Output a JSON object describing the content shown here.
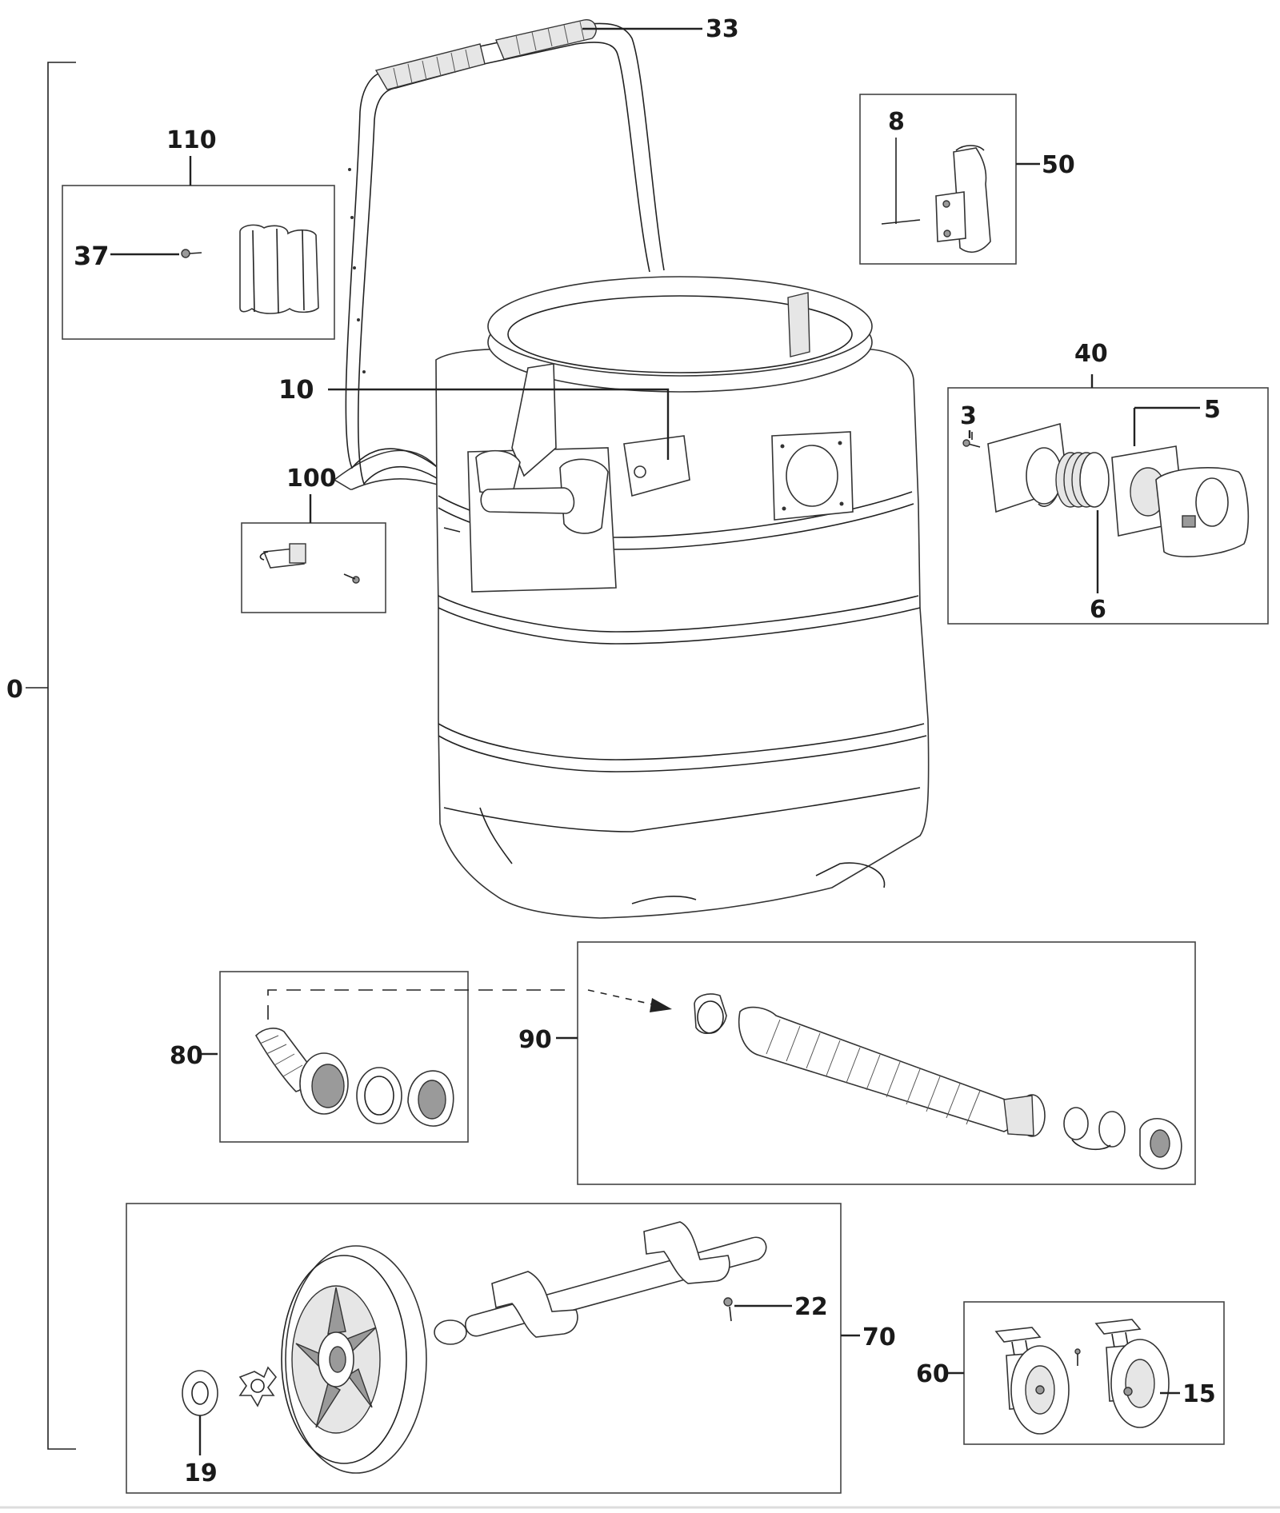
{
  "diagram": {
    "callouts": [
      {
        "id": "c0",
        "label": "0"
      },
      {
        "id": "c3",
        "label": "3"
      },
      {
        "id": "c5",
        "label": "5"
      },
      {
        "id": "c6",
        "label": "6"
      },
      {
        "id": "c8",
        "label": "8"
      },
      {
        "id": "c10",
        "label": "10"
      },
      {
        "id": "c15",
        "label": "15"
      },
      {
        "id": "c19",
        "label": "19"
      },
      {
        "id": "c22",
        "label": "22"
      },
      {
        "id": "c33",
        "label": "33"
      },
      {
        "id": "c37",
        "label": "37"
      },
      {
        "id": "c40",
        "label": "40"
      },
      {
        "id": "c50",
        "label": "50"
      },
      {
        "id": "c60",
        "label": "60"
      },
      {
        "id": "c70",
        "label": "70"
      },
      {
        "id": "c80",
        "label": "80"
      },
      {
        "id": "c90",
        "label": "90"
      },
      {
        "id": "c100",
        "label": "100"
      },
      {
        "id": "c110",
        "label": "110"
      }
    ]
  },
  "icons": {
    "handle": "push-handle-icon",
    "tank": "tank-body-icon",
    "clip": "clip-kit-icon",
    "latch": "latch-kit-icon",
    "port": "inlet-port-kit-icon",
    "drain": "drain-kit-icon",
    "hose": "hose-kit-icon",
    "wheel": "wheel-kit-icon",
    "caster": "caster-kit-icon"
  }
}
